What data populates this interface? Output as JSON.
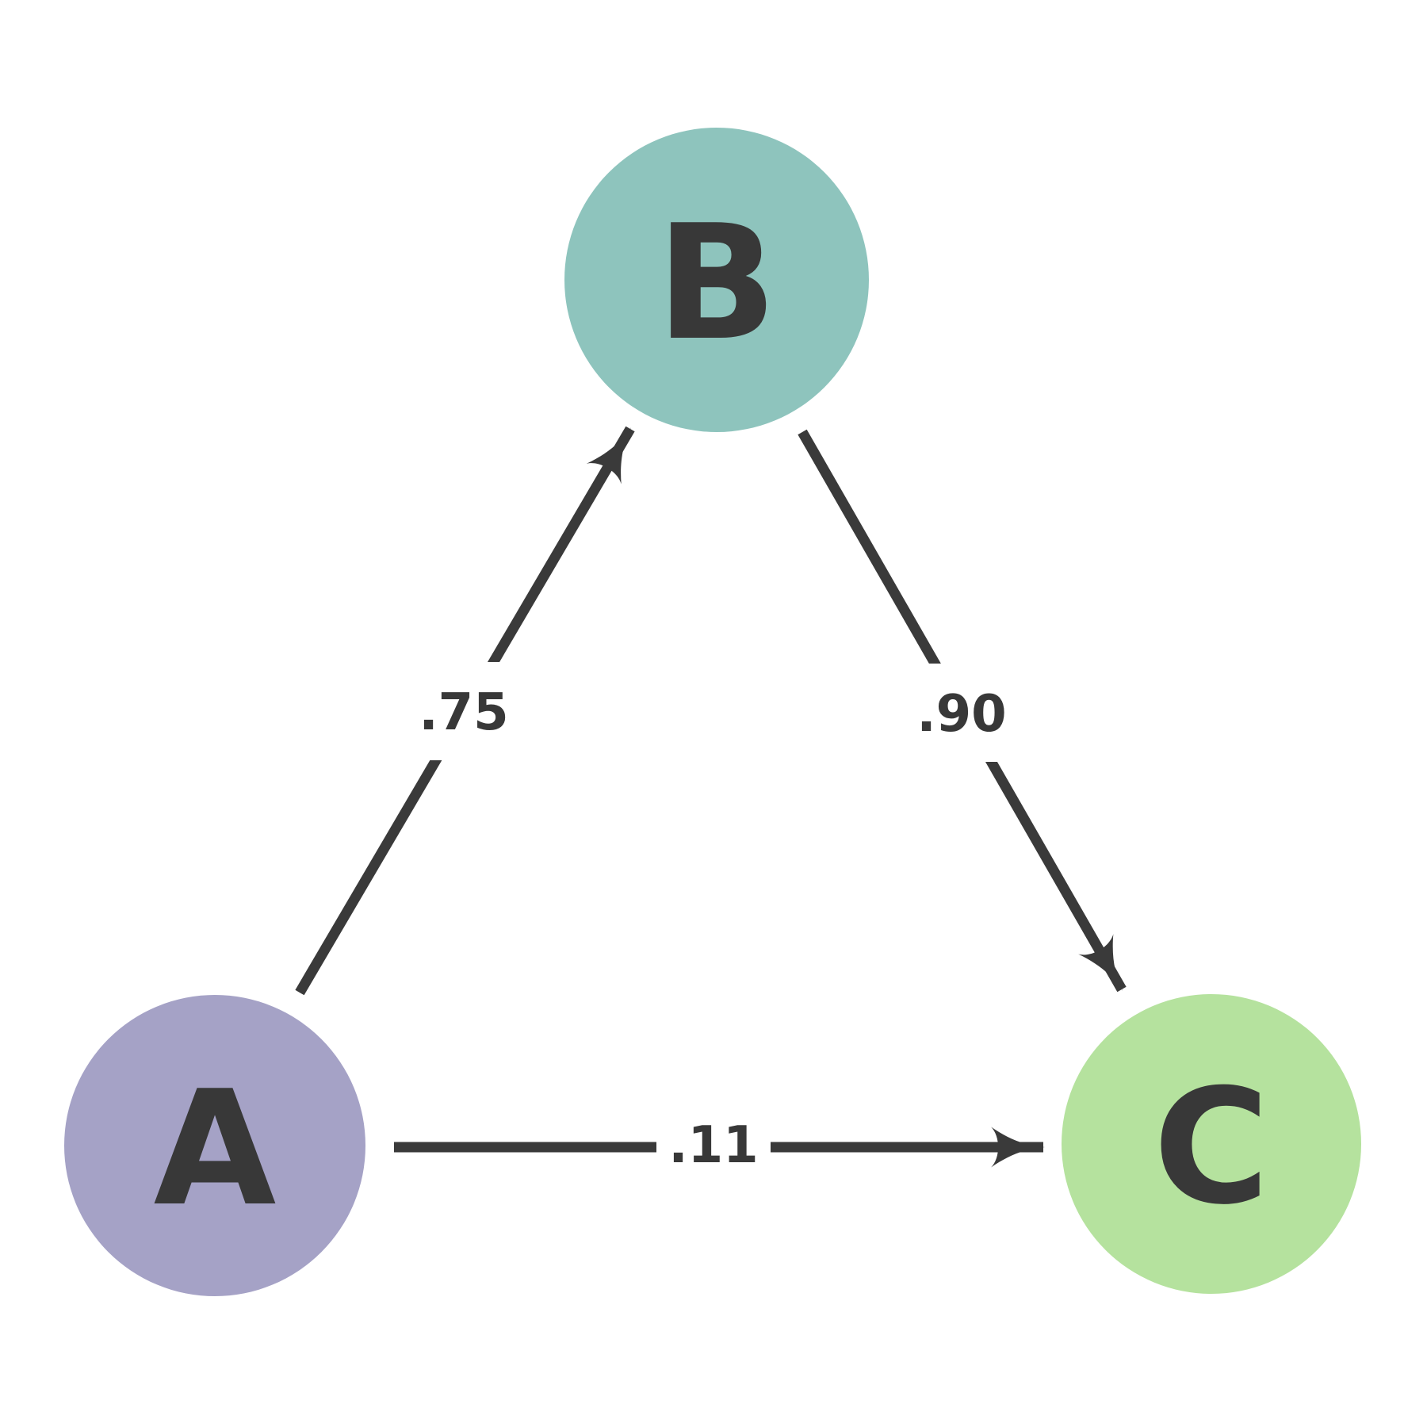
{
  "diagram": {
    "background": "#ffffff",
    "line_color": "#3a3a3a",
    "label_color": "#383838",
    "nodes": [
      {
        "id": "A",
        "label": "A",
        "color": "#a5a2c6"
      },
      {
        "id": "B",
        "label": "B",
        "color": "#8ec4bd"
      },
      {
        "id": "C",
        "label": "C",
        "color": "#b5e29e"
      }
    ],
    "edges": [
      {
        "from": "A",
        "to": "B",
        "weight": ".75"
      },
      {
        "from": "B",
        "to": "C",
        "weight": ".90"
      },
      {
        "from": "A",
        "to": "C",
        "weight": ".11"
      }
    ]
  }
}
